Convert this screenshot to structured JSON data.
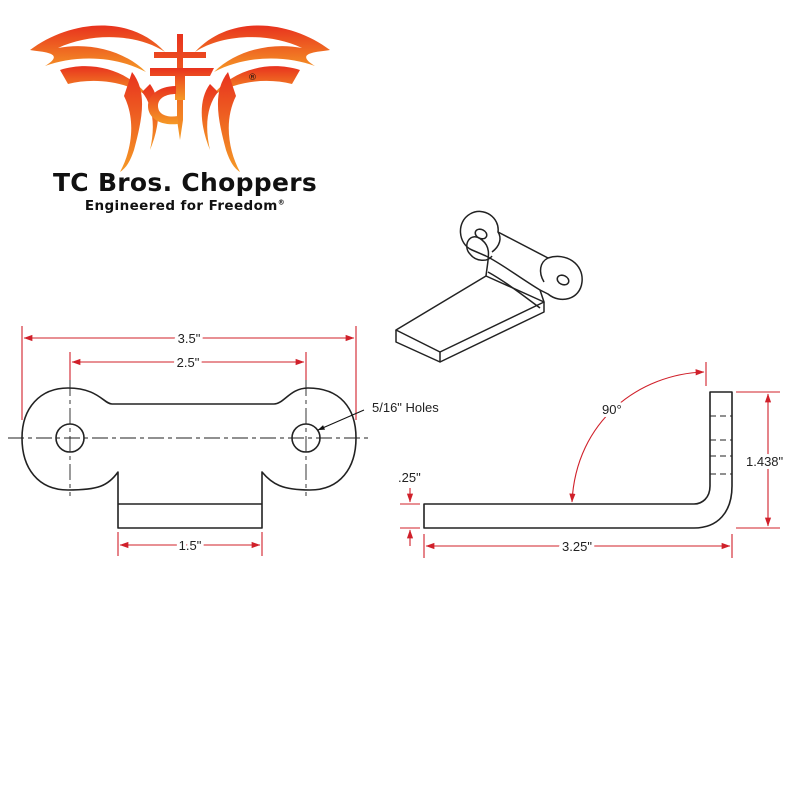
{
  "brand": {
    "name": "TC Bros. Choppers",
    "tagline": "Engineered for Freedom",
    "registered_mark": "®",
    "colors": {
      "flame_top": "#e8321e",
      "flame_bottom": "#f59a26",
      "ink": "#111111"
    }
  },
  "drawing": {
    "dimension_color": "#d0202a",
    "line_color": "#222222",
    "top_view": {
      "overall_width": "3.5\"",
      "hole_spacing": "2.5\"",
      "hole_callout": "5/16\" Holes",
      "tab_width": "1.5\""
    },
    "side_view": {
      "angle": "90°",
      "thickness": ".25\"",
      "length": "3.25\"",
      "height": "1.438\""
    }
  }
}
